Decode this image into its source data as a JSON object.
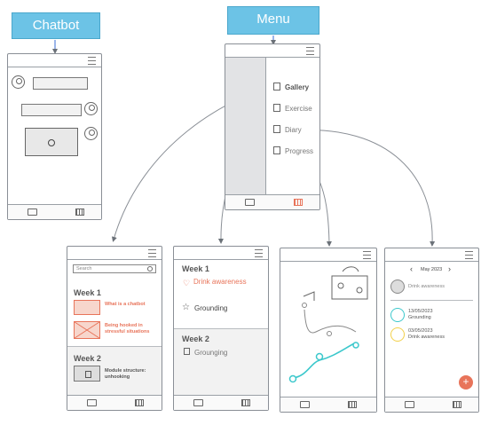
{
  "tags": {
    "chatbot": "Chatbot",
    "menu": "Menu"
  },
  "menu": {
    "gallery": "Gallery",
    "exercise": "Exercise",
    "diary": "Diary",
    "progress": "Progress"
  },
  "gallery_screen": {
    "search_placeholder": "Search",
    "week1": "Week 1",
    "item1": "What is a chatbot",
    "item2": "Being hooked in stressful situations",
    "week2": "Week 2",
    "item3": "Module structure: unhooking"
  },
  "exercise_screen": {
    "week1": "Week 1",
    "item1": "Drink awareness",
    "item2": "Grounding",
    "week2": "Week 2",
    "item3": "Grounging"
  },
  "diary_screen": {
    "month": "May 2023",
    "entry0": "Drink awareness",
    "entry1_date": "13/05/2023",
    "entry1_label": "Grounding",
    "entry2_date": "03/05/2023",
    "entry2_label": "Drink awareness",
    "add_symbol": "+"
  },
  "colors": {
    "tag_blue": "#6cc3e6",
    "accent_orange": "#e8745a",
    "teal": "#3cc8cc",
    "yellow": "#f2d04b"
  },
  "icons": [
    "hamburger-icon",
    "chat-icon",
    "grid-icon",
    "avatar-icon",
    "gallery-icon",
    "exercise-icon",
    "diary-icon",
    "flag-icon",
    "search-icon",
    "heart-icon",
    "star-icon",
    "lock-icon",
    "image-icon",
    "plus-icon"
  ]
}
